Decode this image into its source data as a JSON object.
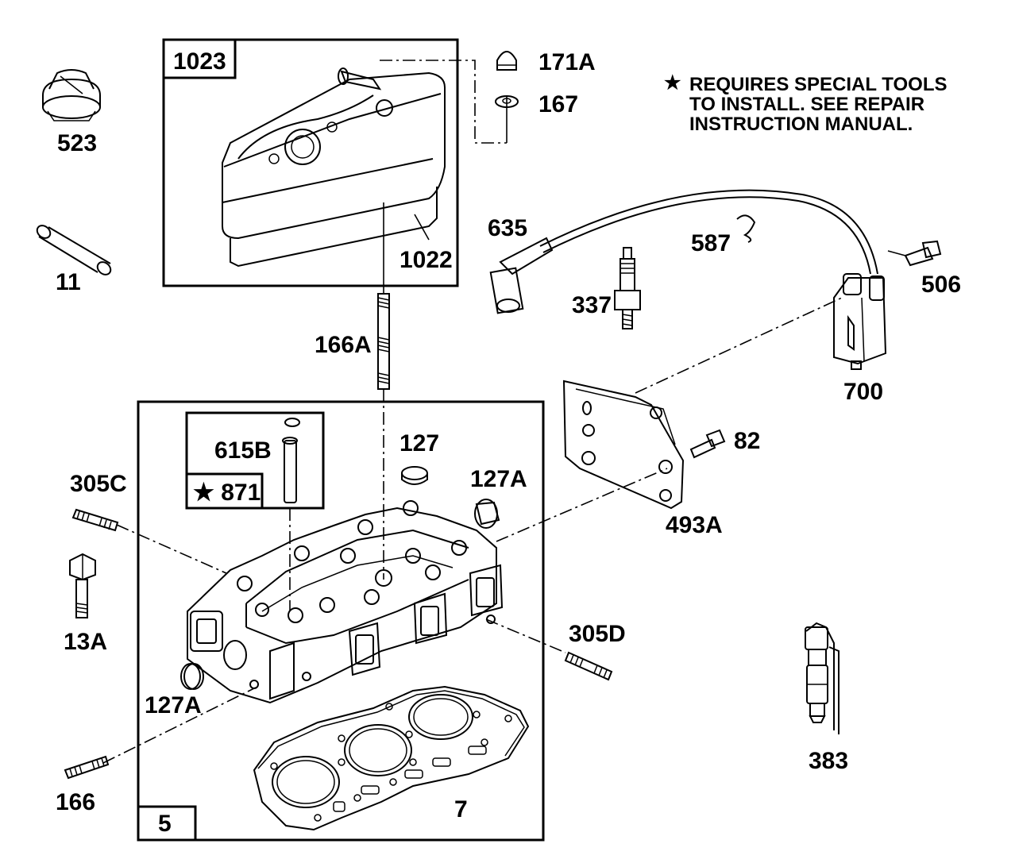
{
  "note": {
    "star": "★",
    "lines": [
      "REQUIRES SPECIAL TOOLS",
      "TO INSTALL.  SEE REPAIR",
      "INSTRUCTION MANUAL."
    ]
  },
  "labels": {
    "p1023": "1023",
    "p1022": "1022",
    "p171A": "171A",
    "p167": "167",
    "p523": "523",
    "p11": "11",
    "p635": "635",
    "p587": "587",
    "p337": "337",
    "p506": "506",
    "p700": "700",
    "p166A": "166A",
    "p615B": "615B",
    "p871": "★ 871",
    "p127": "127",
    "p127A_top": "127A",
    "p82": "82",
    "p493A": "493A",
    "p305C": "305C",
    "p13A": "13A",
    "p305D": "305D",
    "p127A_bottom": "127A",
    "p166": "166",
    "p7": "7",
    "p5": "5",
    "p383": "383"
  }
}
